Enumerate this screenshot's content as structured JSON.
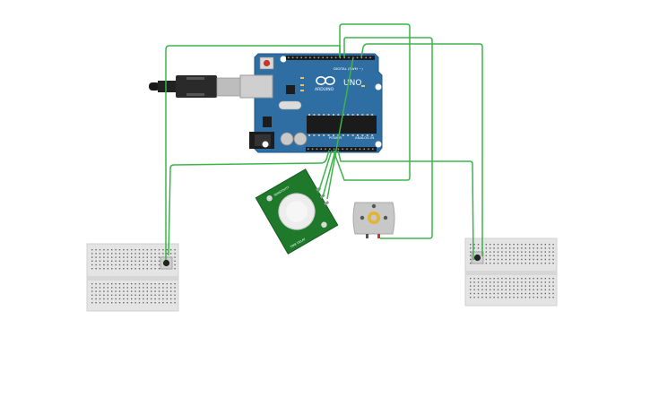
{
  "colors": {
    "background": "#ffffff",
    "wire": "#3bb54a",
    "wire_dark": "#2e9a3c",
    "arduino_board": "#2f6ea3",
    "arduino_edge": "#1f5585",
    "pir_board": "#1e7a2a",
    "breadboard": "#e4e4e4",
    "breadboard_hole": "#555555",
    "motor_body": "#c8c8c8",
    "motor_shaft": "#e3b431",
    "usb_cable": "#222222"
  },
  "arduino": {
    "model_label": "UNO",
    "brand_label": "ARDUINO",
    "digital_label": "DIGITAL (PWM ~)",
    "power_label": "POWER",
    "analog_label": "ANALOG IN",
    "icon": "arduino-infinity-logo"
  },
  "pir_sensor": {
    "icon": "pir-dome",
    "label_top": "SENSITIVITY",
    "label_side": "TIME DELAY"
  },
  "motor": {
    "icon": "dc-motor"
  },
  "breadboards": [
    {
      "id": "left",
      "button_icon": "pushbutton"
    },
    {
      "id": "right",
      "button_icon": "pushbutton"
    }
  ],
  "usb": {
    "icon": "usb-b-connector"
  }
}
